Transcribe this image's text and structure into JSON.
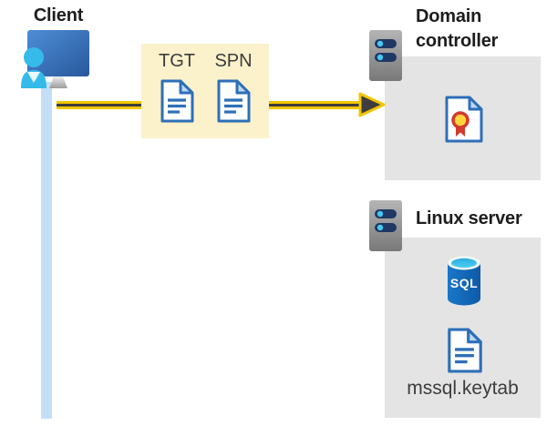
{
  "client": {
    "label": "Client"
  },
  "tickets": {
    "tgt": "TGT",
    "spn": "SPN"
  },
  "domain_controller": {
    "title": "Domain controller"
  },
  "linux_server": {
    "title": "Linux server",
    "sql_badge": "SQL",
    "keytab": "mssql.keytab"
  },
  "icons": {
    "client": "client-workstation-icon",
    "domain_controller": "server-tower-icon",
    "linux_server": "server-tower-icon",
    "tgt": "document-icon",
    "spn": "document-icon",
    "certificate": "certificate-icon",
    "database": "sql-database-icon",
    "keytab": "document-icon",
    "arrow": "request-arrow"
  },
  "colors": {
    "arrow_yellow": "#F2C500",
    "arrow_dark": "#3E3E3E",
    "ticket_box_bg": "#FBF1CB",
    "panel_gray": "#E4E4E4",
    "doc_blue": "#2E6FB7",
    "doc_fold": "#BCD8F2",
    "monitor_blue_light": "#4E8ED6",
    "monitor_blue_dark": "#28589C",
    "person_cyan": "#35BAEA",
    "client_line_blue": "#C5DEF8",
    "server_pill_navy": "#1F3864",
    "server_dot_cyan": "#46C8F1",
    "sql_body_blue": "#0E5AA8",
    "sql_top_cyan": "#3EC6EE",
    "cert_seal_yellow": "#FFD43C",
    "cert_seal_red": "#D23A2E",
    "title_text": "#1D1D1D",
    "label_text": "#3C3C3C"
  }
}
